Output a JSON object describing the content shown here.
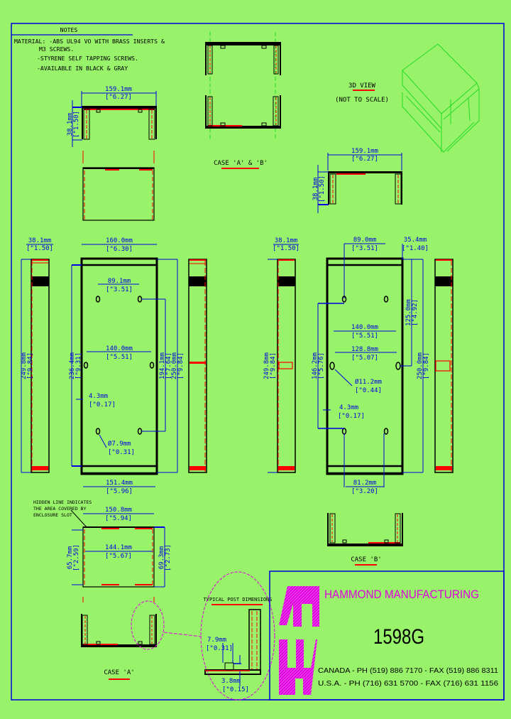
{
  "notes": {
    "title": "NOTES",
    "lines": [
      "MATERIAL: -ABS UL94 VO WITH BRASS INSERTS &",
      "M3 SCREWS.",
      "-STYRENE SELF TAPPING SCREWS.",
      "-AVAILABLE IN BLACK & GRAY"
    ]
  },
  "views": {
    "case_a_b_label": "CASE 'A' & 'B'",
    "case_a_label": "CASE 'A'",
    "case_b_label": "CASE 'B'",
    "view_3d_title": "3D VIEW",
    "view_3d_subtitle": "(NOT TO SCALE)",
    "hidden_line_note": [
      "HIDDEN LINE INDICATES",
      "THE AREA COVERED BY",
      "ENCLOSURE SLOT"
    ],
    "typical_post_title": "TYPICAL POST DIMENSIONS"
  },
  "dimensions": {
    "end_width_mm": "159.1mm",
    "end_width_in": "[\"6.27]",
    "end_height_mm": "38.1mm",
    "end_height_in": "[\"1.50]",
    "right_end_width_mm": "159.1mm",
    "right_end_width_in": "[\"6.27]",
    "right_end_height_mm": "38.1mm",
    "right_end_height_in": "[\"1.50]",
    "a_side_width_mm": "38.1mm",
    "a_side_width_in": "[\"1.50]",
    "a_top_width_mm": "160.0mm",
    "a_top_width_in": "[\"6.30]",
    "a_hole_spacing_top_mm": "89.1mm",
    "a_hole_spacing_top_in": "[\"3.51]",
    "a_hole_spacing_mid_mm": "140.0mm",
    "a_hole_spacing_mid_in": "[\"5.51]",
    "a_wall_mm": "4.3mm",
    "a_wall_in": "[\"0.17]",
    "a_hole_dia_mm": "Ø7.9mm",
    "a_hole_dia_in": "[\"0.31]",
    "a_bottom_width_mm": "151.4mm",
    "a_bottom_width_in": "[\"5.96]",
    "a_side_length_mm": "249.8mm",
    "a_side_length_in": "[\"9.84]",
    "a_inner_length_mm": "236.4mm",
    "a_inner_length_in": "[\"9.31]",
    "a_hole_vert_mm": "194.1mm",
    "a_hole_vert_in": "[\"7.64]",
    "a_outer_length_mm": "250.0mm",
    "a_outer_length_in": "[\"9.84]",
    "b_side_width_mm": "38.1mm",
    "b_side_width_in": "[\"1.50]",
    "b_hole_off_mm": "89.0mm",
    "b_hole_off_in": "[\"3.51]",
    "b_edge_mm": "35.4mm",
    "b_edge_in": "[\"1.40]",
    "b_hole_spacing_mid_mm": "140.0mm",
    "b_hole_spacing_mid_in": "[\"5.51]",
    "b_boss_spacing_mm": "128.8mm",
    "b_boss_spacing_in": "[\"5.07]",
    "b_boss_dia_mm": "Ø11.2mm",
    "b_boss_dia_in": "[\"0.44]",
    "b_wall_mm": "4.3mm",
    "b_wall_in": "[\"0.17]",
    "b_bottom_spacing_mm": "81.2mm",
    "b_bottom_spacing_in": "[\"3.20]",
    "b_side_length_mm": "249.8mm",
    "b_side_length_in": "[\"9.84]",
    "b_hole_vert_mm": "146.2mm",
    "b_hole_vert_in": "[\"5.76]",
    "b_upper_vert_mm": "125.0mm",
    "b_upper_vert_in": "[\"4.92]",
    "b_outer_length_mm": "250.0mm",
    "b_outer_length_in": "[\"9.84]",
    "slot_outer_width_mm": "150.8mm",
    "slot_outer_width_in": "[\"5.94]",
    "slot_inner_width_mm": "144.1mm",
    "slot_inner_width_in": "[\"5.67]",
    "slot_left_height_mm": "65.7mm",
    "slot_left_height_in": "[\"2.59]",
    "slot_right_height_mm": "69.3mm",
    "slot_right_height_in": "[\"2.73]",
    "post_height_mm": "7.9mm",
    "post_height_in": "[\"0.31]",
    "post_width_mm": "3.8mm",
    "post_width_in": "[\"0.15]"
  },
  "title_block": {
    "company": "HAMMOND  MANUFACTURING",
    "model": "1598G",
    "canada": "CANADA  -  PH (519) 886 7170  -  FAX (519) 886 8311",
    "usa": "U.S.A.   -  PH (716) 631 5700  -  FAX (716) 631 1156",
    "logo": "hammond-hm-logo"
  },
  "colors": {
    "background": "#98f26a",
    "dimension": "#0000e0",
    "hidden_line": "#ff0000",
    "outline": "#000000",
    "brand": "#e000e0",
    "iso_view": "#22dd22"
  }
}
